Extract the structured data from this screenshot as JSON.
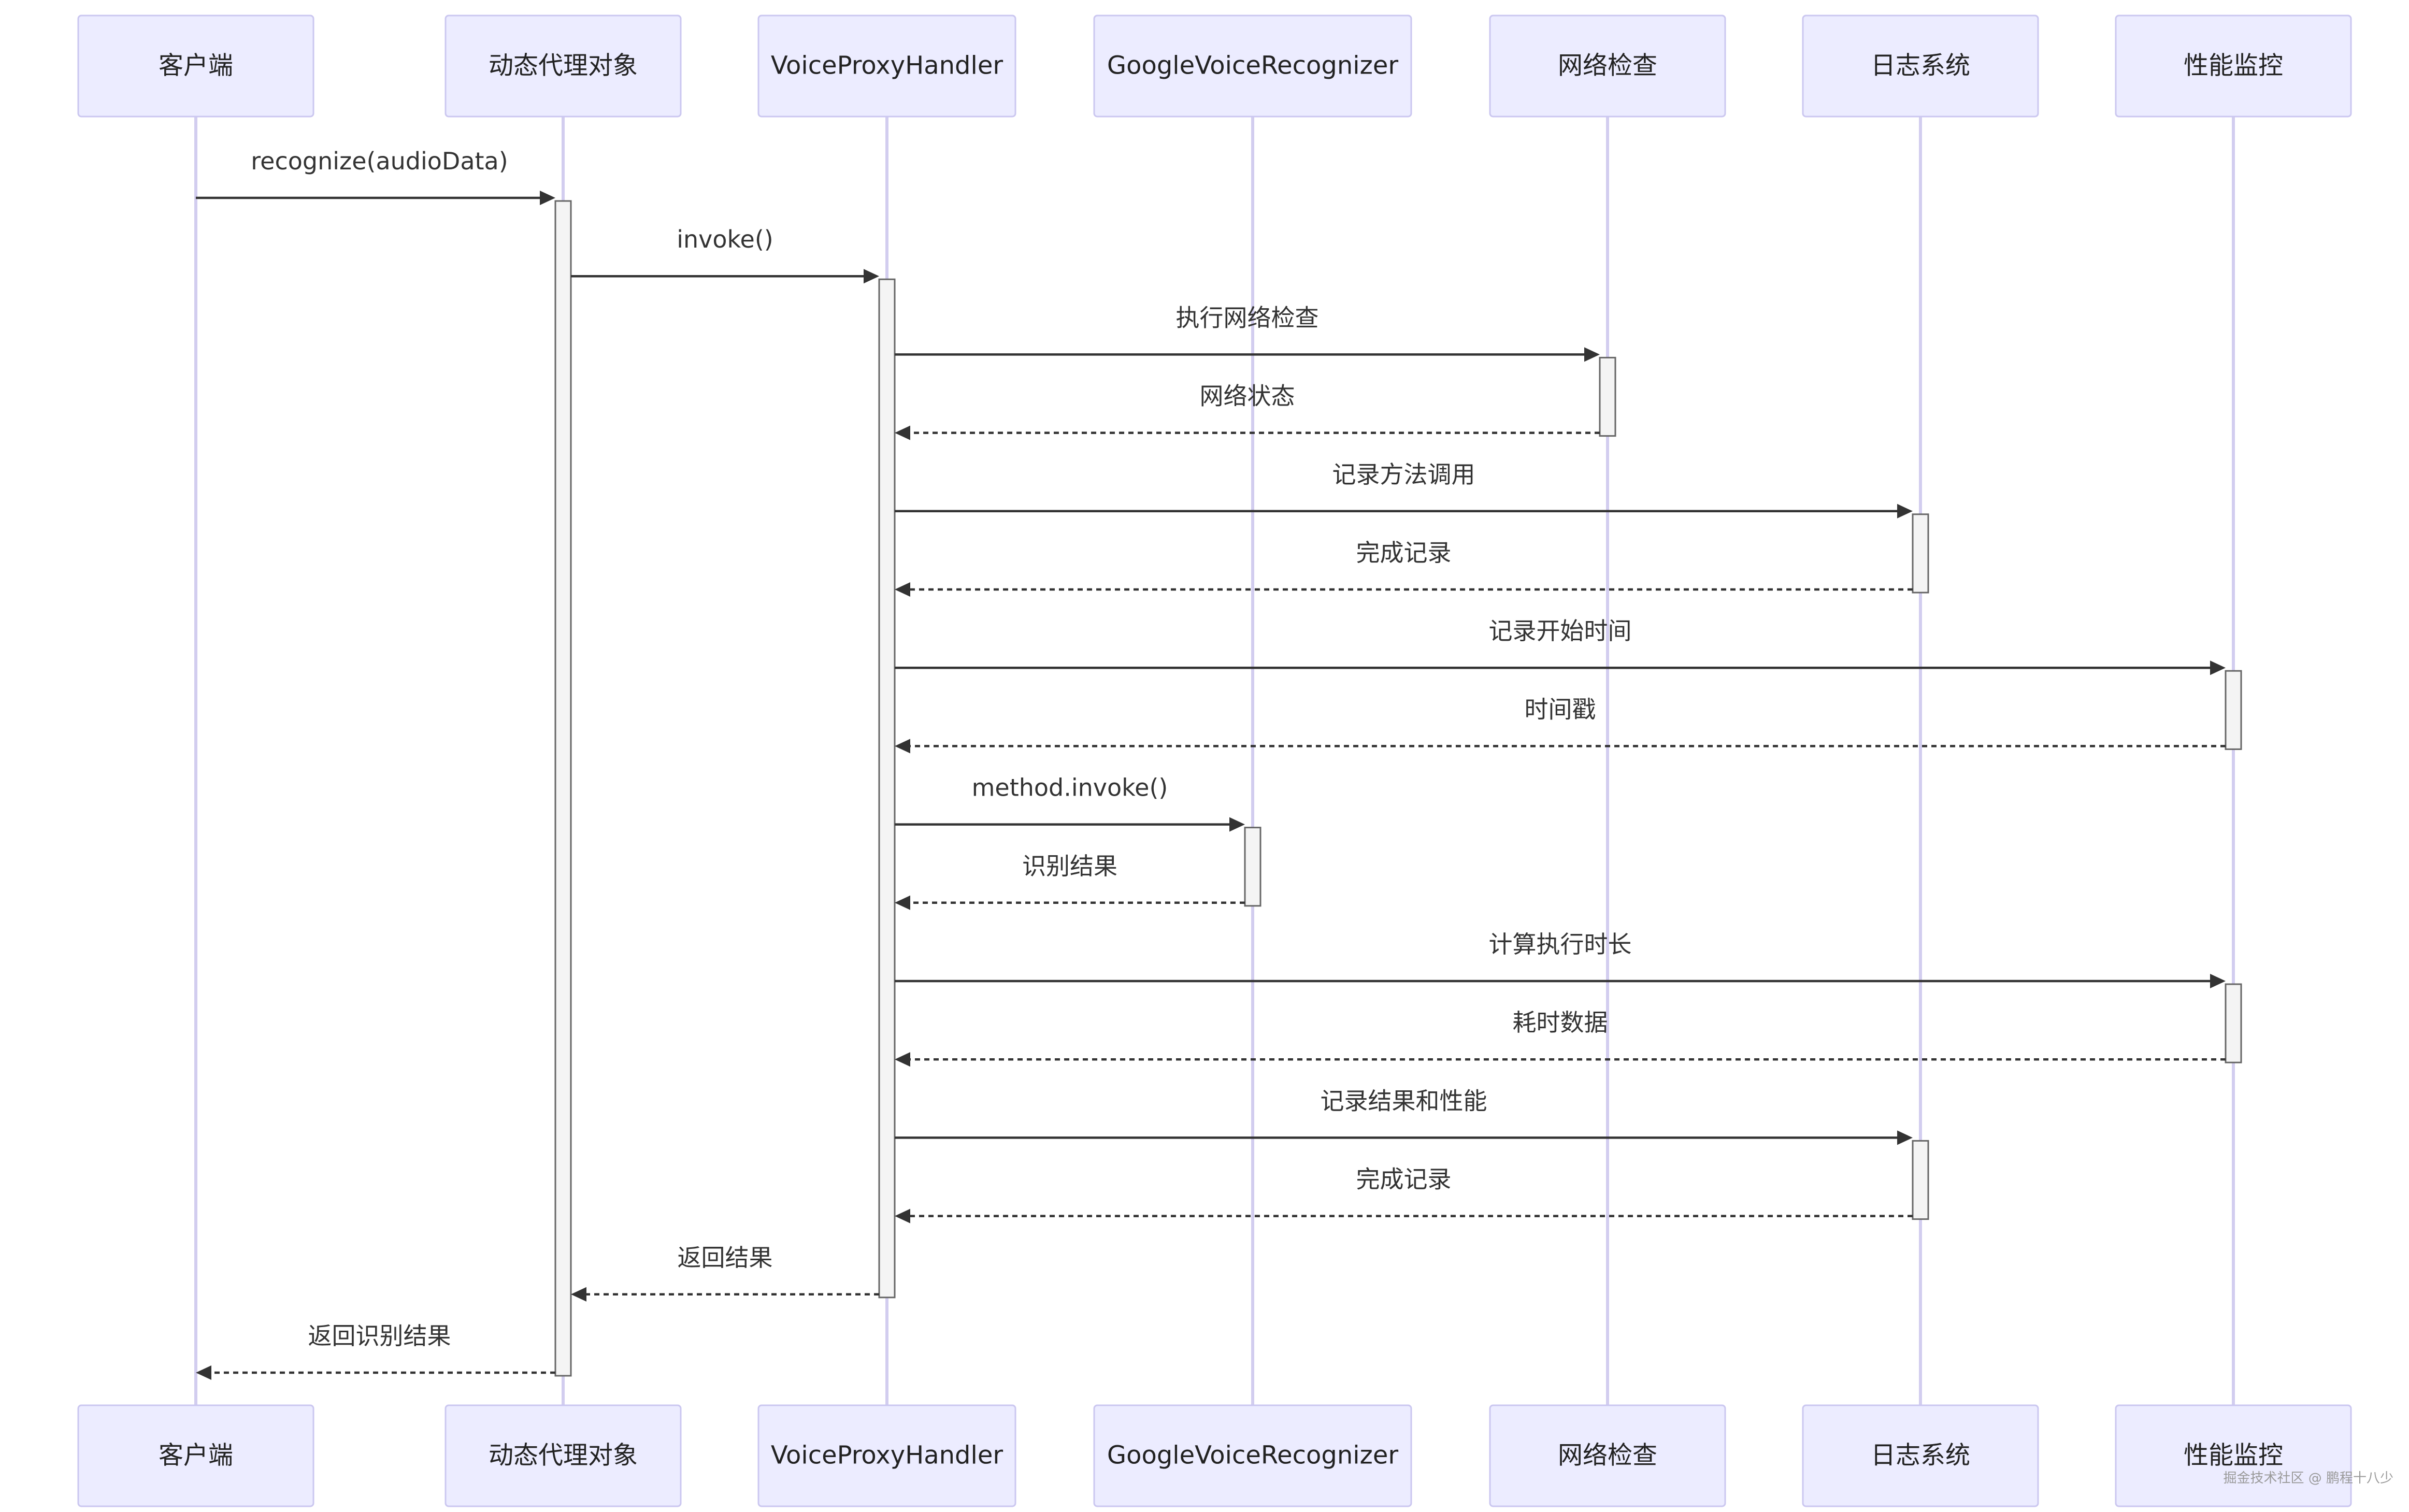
{
  "participants": [
    {
      "id": "client",
      "label": "客户端"
    },
    {
      "id": "proxy",
      "label": "动态代理对象"
    },
    {
      "id": "handler",
      "label": "VoiceProxyHandler"
    },
    {
      "id": "google",
      "label": "GoogleVoiceRecognizer"
    },
    {
      "id": "network",
      "label": "网络检查"
    },
    {
      "id": "log",
      "label": "日志系统"
    },
    {
      "id": "perf",
      "label": "性能监控"
    }
  ],
  "messages": [
    {
      "from": "client",
      "to": "proxy",
      "label": "recognize(audioData)",
      "style": "solid"
    },
    {
      "from": "proxy",
      "to": "handler",
      "label": "invoke()",
      "style": "solid"
    },
    {
      "from": "handler",
      "to": "network",
      "label": "执行网络检查",
      "style": "solid"
    },
    {
      "from": "network",
      "to": "handler",
      "label": "网络状态",
      "style": "dashed"
    },
    {
      "from": "handler",
      "to": "log",
      "label": "记录方法调用",
      "style": "solid"
    },
    {
      "from": "log",
      "to": "handler",
      "label": "完成记录",
      "style": "dashed"
    },
    {
      "from": "handler",
      "to": "perf",
      "label": "记录开始时间",
      "style": "solid"
    },
    {
      "from": "perf",
      "to": "handler",
      "label": "时间戳",
      "style": "dashed"
    },
    {
      "from": "handler",
      "to": "google",
      "label": "method.invoke()",
      "style": "solid"
    },
    {
      "from": "google",
      "to": "handler",
      "label": "识别结果",
      "style": "dashed"
    },
    {
      "from": "handler",
      "to": "perf",
      "label": "计算执行时长",
      "style": "solid"
    },
    {
      "from": "perf",
      "to": "handler",
      "label": "耗时数据",
      "style": "dashed"
    },
    {
      "from": "handler",
      "to": "log",
      "label": "记录结果和性能",
      "style": "solid"
    },
    {
      "from": "log",
      "to": "handler",
      "label": "完成记录",
      "style": "dashed"
    },
    {
      "from": "handler",
      "to": "proxy",
      "label": "返回结果",
      "style": "dashed"
    },
    {
      "from": "proxy",
      "to": "client",
      "label": "返回识别结果",
      "style": "dashed"
    }
  ],
  "activations": [
    {
      "participant": "proxy",
      "from_message": 0,
      "to_message": 15
    },
    {
      "participant": "handler",
      "from_message": 1,
      "to_message": 14
    },
    {
      "participant": "network",
      "from_message": 2,
      "to_message": 3
    },
    {
      "participant": "log",
      "from_message": 4,
      "to_message": 5
    },
    {
      "participant": "perf",
      "from_message": 6,
      "to_message": 7
    },
    {
      "participant": "google",
      "from_message": 8,
      "to_message": 9
    },
    {
      "participant": "perf",
      "from_message": 10,
      "to_message": 11
    },
    {
      "participant": "log",
      "from_message": 12,
      "to_message": 13
    }
  ],
  "watermark": "掘金技术社区 @ 鹏程十八少",
  "colors": {
    "actor_fill": "#ececff",
    "actor_stroke": "#cbc7f0",
    "lifeline": "#d2cdef",
    "message": "#333333",
    "activation_fill": "#f4f4f4"
  }
}
